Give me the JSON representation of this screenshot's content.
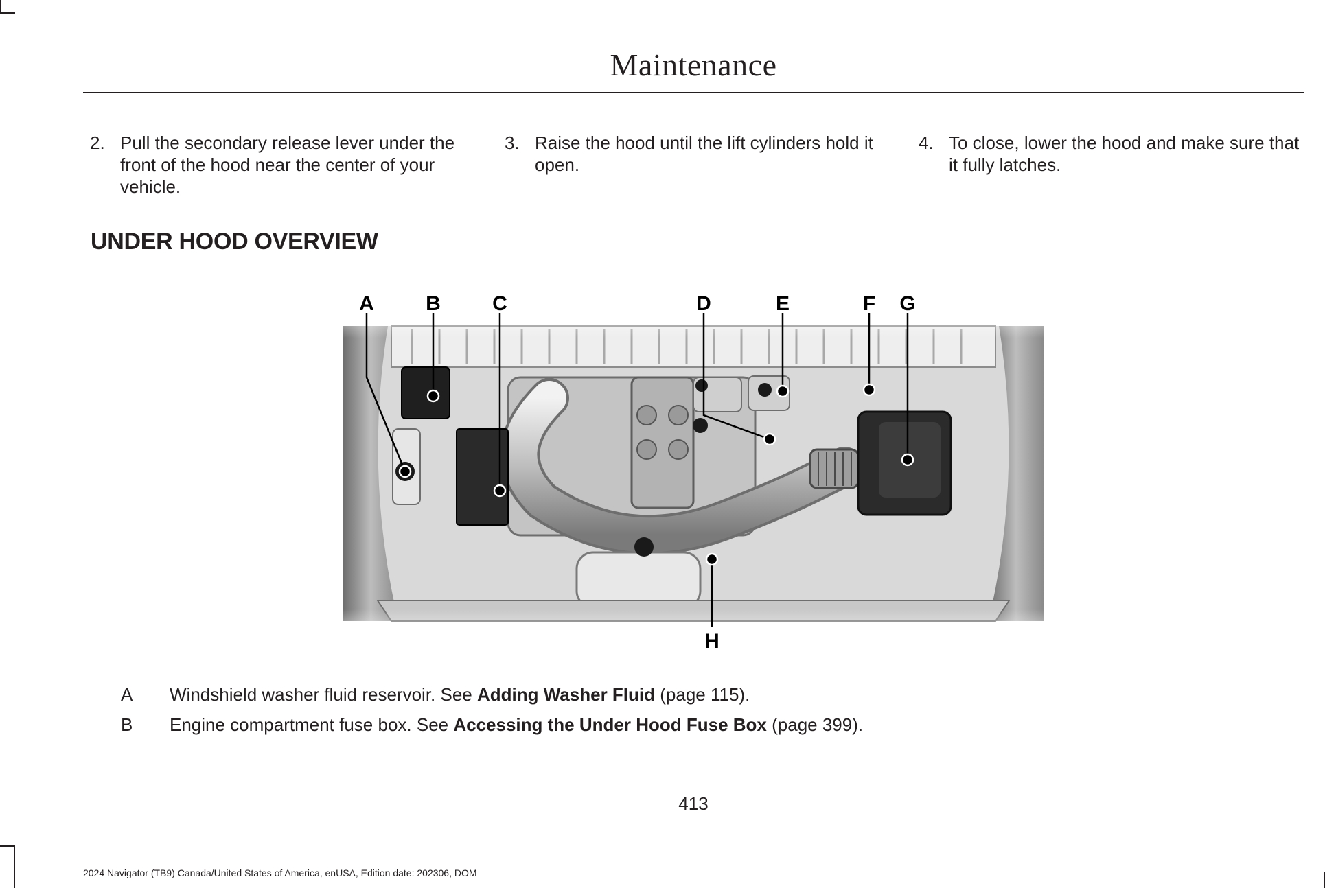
{
  "header": {
    "title": "Maintenance"
  },
  "steps": [
    {
      "number": "2.",
      "text": "Pull the secondary release lever under the front of the hood near the center of your vehicle."
    },
    {
      "number": "3.",
      "text": "Raise the hood until the lift cylinders hold it open."
    },
    {
      "number": "4.",
      "text": "To close, lower the hood and make sure that it fully latches."
    }
  ],
  "section": {
    "heading": "UNDER HOOD OVERVIEW"
  },
  "figure": {
    "callouts": [
      "A",
      "B",
      "C",
      "D",
      "E",
      "F",
      "G",
      "H"
    ]
  },
  "legend": [
    {
      "letter": "A",
      "text": "Windshield washer fluid reservoir.  See ",
      "link": "Adding Washer Fluid",
      "page": " (page 115)."
    },
    {
      "letter": "B",
      "text": "Engine compartment fuse box. See ",
      "link": "Accessing the Under Hood Fuse Box",
      "page": " (page 399)."
    }
  ],
  "page_number": "413",
  "footer": {
    "text": "2024 Navigator (TB9) Canada/United States of America, enUSA, Edition date: 202306, DOM"
  }
}
